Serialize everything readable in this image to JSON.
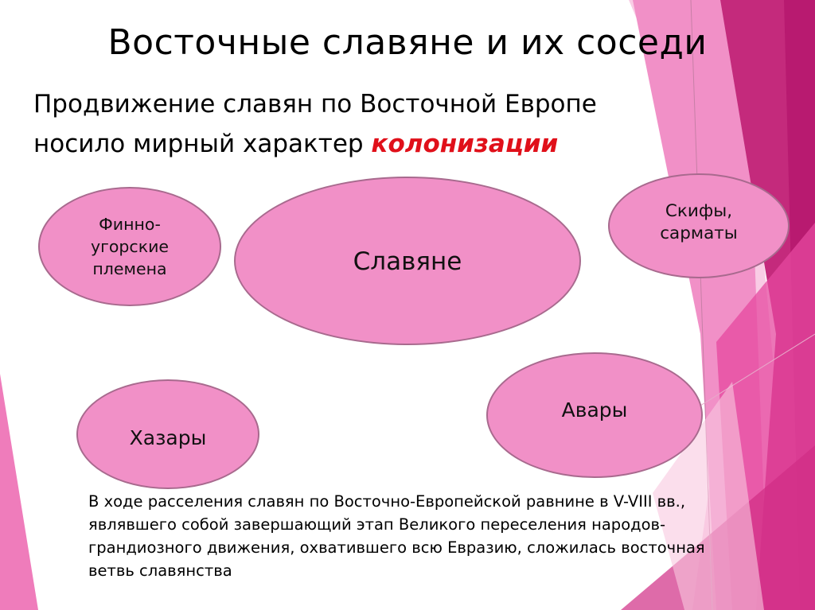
{
  "slide": {
    "title": "Восточные славяне и их соседи",
    "subtitle": {
      "text_plain": "Продвижение славян по Восточной Европе носило мирный характер ",
      "line1": "Продвижение славян по Восточной Европе",
      "line2_prefix": "носило мирный характер ",
      "accent_word": "колонизации",
      "accent_color": "#e0101a"
    },
    "diagram": {
      "center": {
        "label": "Славяне"
      },
      "neighbors": [
        {
          "label_lines": [
            "Финно-",
            "угорские",
            "племена"
          ]
        },
        {
          "label_lines": [
            "Скифы,",
            "сарматы"
          ]
        },
        {
          "label": "Хазары"
        },
        {
          "label": "Авары"
        }
      ],
      "ellipse_fill": "#f190c7",
      "ellipse_border": "#a86a8e"
    },
    "body_text": "В ходе расселения славян по Восточно-Европейской равнине в V-VIII вв., являвшего собой завершающий этап Великого переселения народов- грандиозного движения, охватившего всю Евразию, сложилась восточная ветвь славянства",
    "theme_colors": {
      "light_pink": "#f190c7",
      "medium_pink": "#e85aa8",
      "dark_magenta": "#c0206f"
    }
  }
}
